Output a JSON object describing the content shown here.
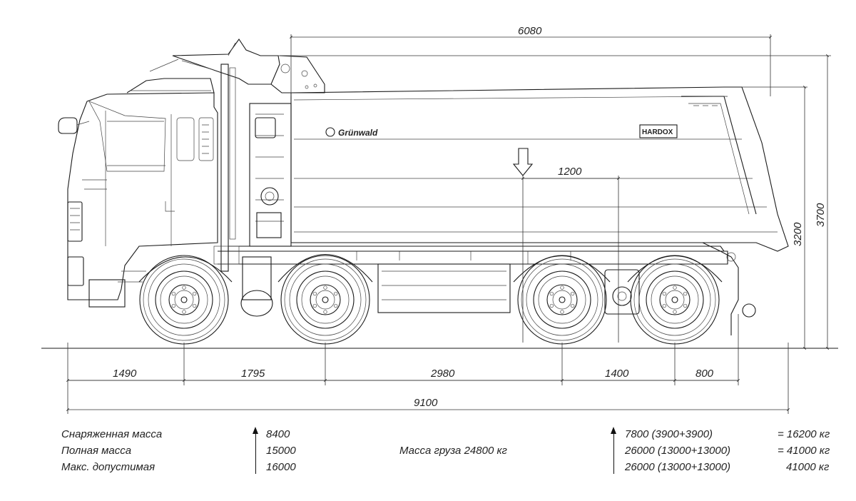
{
  "brand": {
    "name": "Grünwald",
    "steel": "HARDOX"
  },
  "dimensions": {
    "top_length": "6080",
    "load_offset": "1200",
    "body_height": "3200",
    "total_height": "3700",
    "front_overhang": "1490",
    "wheelbase_1": "1795",
    "wheelbase_2": "2980",
    "wheelbase_3": "1400",
    "rear_overhang": "800",
    "total_length": "9100"
  },
  "mass_table": {
    "labels": [
      "Снаряженная масса",
      "Полная масса",
      "Макс. допустимая"
    ],
    "front": [
      "8400",
      "15000",
      "16000"
    ],
    "cargo": "Масса груза 24800 кг",
    "rear": [
      "7800 (3900+3900)",
      "26000 (13000+13000)",
      "26000 (13000+13000)"
    ],
    "totals": [
      "= 16200 кг",
      "= 41000 кг",
      "41000 кг"
    ]
  }
}
